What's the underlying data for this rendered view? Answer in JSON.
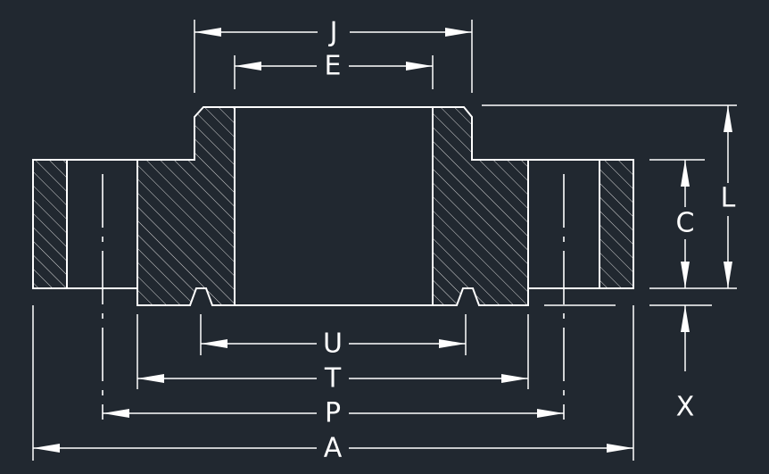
{
  "colors": {
    "background": "#212830",
    "line": "#ffffff"
  },
  "labels": {
    "J": "J",
    "E": "E",
    "L": "L",
    "C": "C",
    "X": "X",
    "U": "U",
    "T": "T",
    "P": "P",
    "A": "A"
  }
}
